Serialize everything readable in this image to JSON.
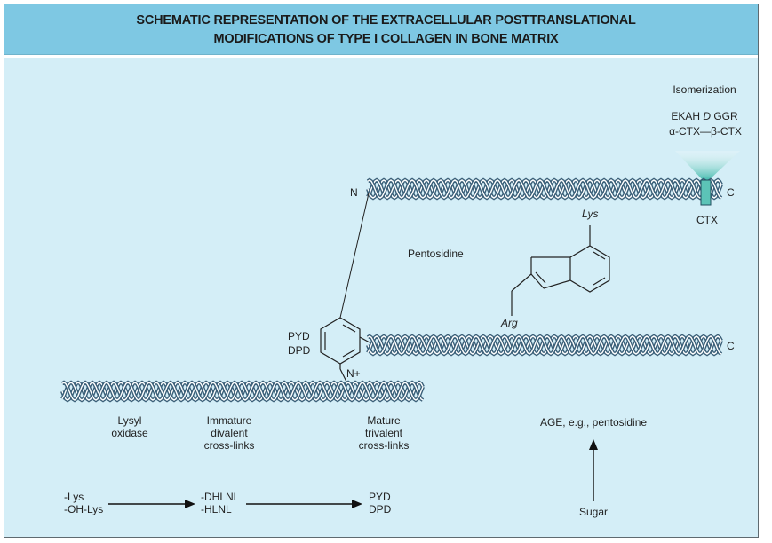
{
  "title": {
    "line1": "SCHEMATIC REPRESENTATION OF THE EXTRACELLULAR POSTTRANSLATIONAL",
    "line2": "MODIFICATIONS OF TYPE I COLLAGEN IN BONE MATRIX"
  },
  "isomerization": {
    "label": "Isomerization",
    "seq_a": "EKAH ",
    "seq_d": "D",
    "seq_b": " GGR",
    "ctx_pair": "α-CTX—β-CTX",
    "ctx_label": "CTX"
  },
  "helix_labels": {
    "n_terminus": "N",
    "c_terminus_top": "C",
    "c_terminus_mid": "C"
  },
  "crosslink": {
    "pyd": "PYD",
    "dpd": "DPD",
    "n_plus": "N+"
  },
  "pentosidine": {
    "label": "Pentosidine",
    "lys": "Lys",
    "arg": "Arg"
  },
  "stages": {
    "lysyl_oxidase": [
      "Lysyl",
      "oxidase"
    ],
    "immature": [
      "Immature",
      "divalent",
      "cross-links"
    ],
    "mature": [
      "Mature",
      "trivalent",
      "cross-links"
    ],
    "age": "AGE, e.g., pentosidine"
  },
  "pathway": {
    "step1": [
      "-Lys",
      "-OH-Lys"
    ],
    "step2": [
      "-DHLNL",
      "-HLNL"
    ],
    "step3": [
      "PYD",
      "DPD"
    ],
    "sugar": "Sugar"
  },
  "colors": {
    "background": "#d4eef7",
    "header": "#7ec8e3",
    "helix_dark": "#3a5f78",
    "helix_light": "#ffffff",
    "ctx_marker": "#5cc4b7"
  }
}
